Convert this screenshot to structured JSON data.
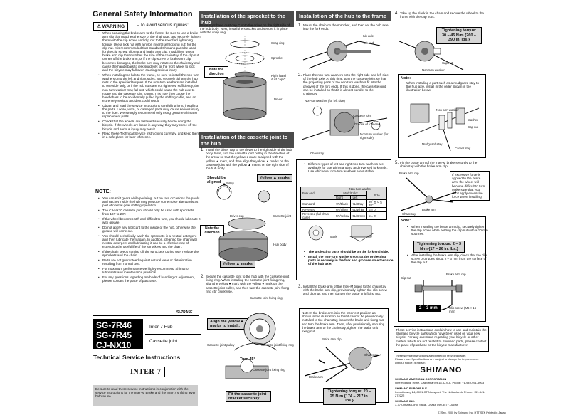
{
  "safety": {
    "title": "General Safety Information",
    "warning_label": "WARNING",
    "warning_lead": "– To avoid serious injuries:",
    "warnings": [
      "When securing the brake arm to the frame, be sure to use a brake arm clip that matches the size of the chainstay, and securely tighten them with the clip screw and clip nut to the specified tightening torque. Use a lock nut with a nylon insert (self-locking nut) for the clip nut. It is recommended that standard Shimano parts be used for the clip screw, clip nut and brake arm clip. In addition, use a brake arm clip that matches the size of the chainstay. If the clip nut comes off the brake arm, or if the clip screw or brake arm clip becomes damaged, the brake arm may rotate on the chainstay and cause the handlebars to jerk suddenly, or the front wheel to lock and the bicycle may fall over, causing serious injury.",
      "When installing the hub to the frame, be sure to install the non-turn washers onto the left and right sides, and securely tighten the hub nuts to the specified torques. If the non-turn washers are installed to one side only, or if the hub nuts are not tightened sufficiently, the non-turn washer may fall out, which could cause the hub axle to rotate and the cassette joint to turn. This may then cause the handlebars to be accidentally pulled by the shifting cable, and an extremely serious accident could result.",
      "Obtain and read the service instructions carefully prior to installing the parts. Loose, worn, or damaged parts may cause serious injury to the rider. We strongly recommend only using genuine Shimano replacement parts.",
      "Check that the wheels are fastened securely before riding the bicycle. If the wheels are loose in any way, they may come off the bicycle and serious injury may result.",
      "Read these Technical Service Instructions carefully, and keep them in a safe place for later reference."
    ],
    "note_title": "NOTE:",
    "notes": [
      "You can shift gears while pedaling, but on rare occasions the pawls and ratchet inside the hub may produce some noise afterwards as part of normal gear shifting operation.",
      "The CJ-NX10 cassette joint should only be used with sprockets from 16T to 23T.",
      "If the wheel becomes stiff and difficult to turn, you should lubricate it with grease.",
      "Do not apply any lubricant to the inside of the hub, otherwise the grease will come out.",
      "You should periodically wash the sprockets in a neutral detergent and then lubricate them again. In addition, cleaning the chain with neutral detergent and lubricating it can be a effective way of extending the useful life of the sprockets and the chain.",
      "If the chain keeps coming off the sprockets during use, replace the sprockets and the chain.",
      "Parts are not guaranteed against natural wear or deterioration resulting from normal use.",
      "For maximum performance we highly recommend Shimano lubricants and maintenance products.",
      "For any questions regarding methods of handling or adjustment, please contact the place of purchase."
    ]
  },
  "product": {
    "code": "SI-7RA5E",
    "models": [
      "SG-7R46",
      "SG-7R45",
      "CJ-NX10"
    ],
    "desc_hub": "Inter-7 Hub",
    "desc_joint": "Cassette joint",
    "tsi_title": "Technical Service Instructions",
    "logo": "INTER-7",
    "footer_note": "Be sure to read these service instructions in conjunction with the service instructions for the Inter-M Brake and the Inter-7 shifting lever before use."
  },
  "sprocket": {
    "title": "Installation of the sprocket to the hub",
    "text": "Place right hand dust cap C onto the driver on the right side of the hub body. Next, install the sprocket and secure it in place with the snap ring.",
    "note": "Note the direction",
    "labels": {
      "snap_ring": "Snap ring",
      "sprocket": "Sprocket",
      "dust_cap": "Right hand dust cap C",
      "driver": "Driver"
    }
  },
  "cassette": {
    "title": "Installation of the cassette joint to the hub",
    "step1": "Install the driver cap to the driver to the right side of the hub body. Next, turn the cassette joint pulley in the direction of the arrow so that the yellow ● mark is aligned with the yellow ▲ mark, and then align the yellow ▲ marks on the cassette joint with the yellow ▲ marks on the right side of the hub body.",
    "should_be_aligned": "Should be aligned",
    "yellow_marks": "Yellow ▲ marks",
    "note": "Note the direction",
    "labels": {
      "pulley": "Pulley",
      "driver_cap": "Driver cap",
      "cassette_joint": "Cassette joint",
      "hub_body": "Hub body"
    },
    "step2": "Secure the cassette joint to the hub with the cassette joint fixing ring. When installing the cassette joint fixing ring, align the yellow ● mark with the yellow ● mark on the cassette joint pulley, and then turn the cassette joint fixing ring 45° clockwise.",
    "fixing_ring": "Cassette joint fixing ring",
    "align_yellow": "Align the yellow ● marks to install.",
    "pulley2": "Cassette joint pulley",
    "turn": "Turn 45°",
    "fit_bracket": "Fit the cassette joint bracket securely."
  },
  "hub": {
    "title": "Installation of the hub to the frame",
    "step1": "Mount the chain on the sprocket, and then set the hub axle into the fork ends.",
    "labels1": {
      "hub_axle": "Hub axle",
      "fork_end": "Fork end"
    },
    "step2": "Place the non-turn washers onto the right side and left side of the hub axle. At this time, turn the cassette joint so that the projecting parts of the non-turn washers fit into the grooves of the fork ends. If this is done, the cassette joint can be installed so that it is almost parallel to the chainstay.",
    "labels2": {
      "ntw_left": "Non-turn washer (for left side)",
      "cj": "Cassette joint",
      "groove": "Groove of fork end",
      "ntw_right": "Non-turn washer (for right side)",
      "chainstay": "Chainstay"
    },
    "washer_note": "Different types of left and right non-turn washers are available for use with standard and reversed fork ends. Use whichever non-turn washers are suitable.",
    "table": {
      "head_fork": "Fork end",
      "head_ntw": "Non-turn washer",
      "head_mark": "Mark/Color",
      "head_size": "Size",
      "head_right": "Right",
      "head_left": "Left",
      "rows": [
        [
          "Standard",
          "7R/Black",
          "7L/Gray",
          "20° ≦ α ≦ 38°"
        ],
        [
          "Reversed",
          "6R/Silver",
          "6L/White",
          "α = 0°"
        ],
        [
          "Reversed (full chain case)",
          "5R/Yellow",
          "5L/Brown",
          "α = 0°"
        ]
      ]
    },
    "mark_label": "Mark",
    "bold1": "The projecting parts should be on the fork end side.",
    "bold2": "Install the non-turn washers so that the projecting parts is securely in the fork end grooves on either side of the hub axle.",
    "step3": "Install the brake arm of the Inter-M brake to the chainstay with the brake arm clip, provisionally tighten the clip screw and clip nut, and then tighten the brake unit fixing nut.",
    "note3": "Note: If the brake arm is in the incorrect position as shown in the illustration so that it cannot be provisionally installed to the chainstay, loosen the brake unit fixing nut and turn the brake arm. Then, after provisionally securing the brake arm to the chainstay, tighten the brake unit fixing nut.",
    "labels3": {
      "clip": "Brake arm clip",
      "arm": "Brake arm",
      "chainstay": "Chainstay"
    },
    "torque3": "Tightening torque: 20 – 25 N·m {174 – 217 in. lbs.}"
  },
  "right": {
    "step4": "Take up the slack in the chain and secure the wheel to the frame with the cap nuts.",
    "torque4": "Tightening torque: 30 – 45 N·m {260 – 390 in. lbs.}",
    "labels4": {
      "cap_nut": "Cap nut",
      "ntw": "Non-turn washer"
    },
    "note4_title": "Note:",
    "note4": "When installing a part such as a mudguard stay to the hub axle, install in the order shown in the illustration below.",
    "labels4b": {
      "ntw": "Non-turn washer",
      "washer": "Washer",
      "cap_nut": "Cap nut",
      "mudguard": "Mudguard stay",
      "carrier": "Carrier stay"
    },
    "step5": "Fix the brake arm of the Inter-M brake securely to the chainstay with the brake arm clip.",
    "labels5": {
      "clip": "Brake arm clip",
      "arm": "Brake arm",
      "chainstay": "Chainstay"
    },
    "caution": "If excessive force is applied to the brake arm, the wheel will become difficult to turn. Make sure that you don't apply excessive force when installing.",
    "note5_title": "Note:",
    "note5a": "When installing the brake arm clip, securely tighten the clip screw while holding the clip nut with a 10 mm spanner.",
    "torque5": "Tightening torque: 2 – 3 N·m {17 – 26 in. lbs.}",
    "note5b": "After installing the brake arm clip, check that the clip screw protrudes about 2 – 3 mm from the surface of the clip nut.",
    "labels5b": {
      "clip_nut": "Clip nut",
      "clip": "Brake arm clip",
      "screw": "Clip screw (M6 × 16 mm)",
      "mm": "2 – 3 mm"
    },
    "footer_box": "These service instructions explain how to use and maintain the Shimano bicycle parts which have been used on your new bicycle. For any questions regarding your bicycle or other matters which are not related to Shimano parts, please contact the place of purchase or the bicycle manufacturer.",
    "recycled": "These service instructions are printed on recycled paper.",
    "specs": "Please note: Specifications are subject to change for improvement without notice. (English)",
    "brand": "SHIMANO",
    "addr1_name": "SHIMANO AMERICAN CORPORATION",
    "addr1": "One Holland, Irvine, California 92618, U.S.A. Phone: +1-949-951-5003",
    "addr2_name": "SHIMANO EUROPE B.V.",
    "addr2": "Industrieweg 24, 8071 CT Nunspeet, The Netherlands Phone: +31-341-272222",
    "addr3_name": "SHIMANO INC.",
    "addr3": "3-77 Oimatsu-cho, Sakai, Osaka 590-8577, Japan",
    "copyright": "Ⓒ Sep. 2000 by Shimano Inc. HTT SZK Printed in Japan"
  }
}
